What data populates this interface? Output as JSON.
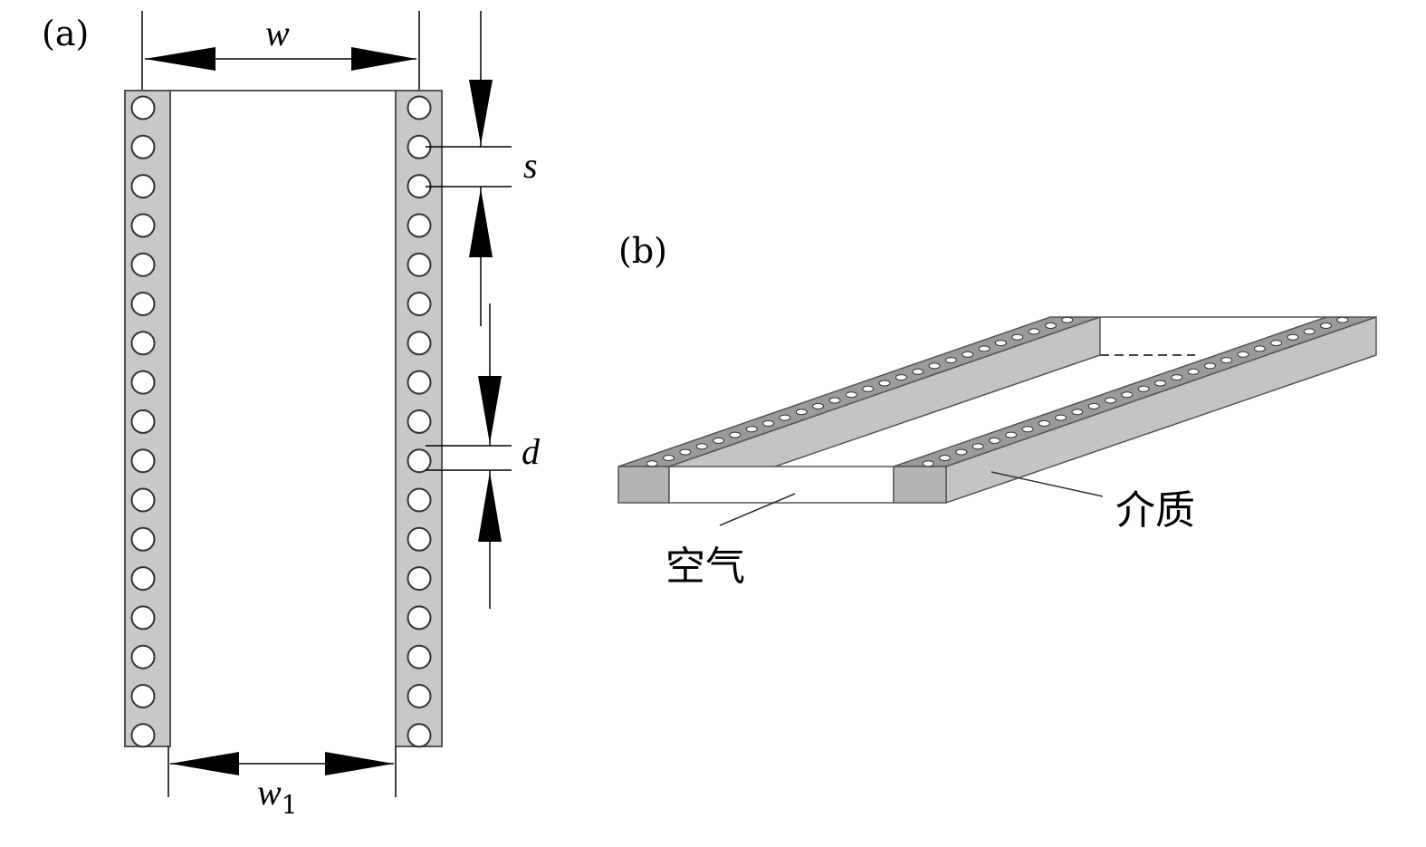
{
  "panel_a": {
    "label": "(a)",
    "dims": {
      "w": "w",
      "w1_base": "w",
      "w1_sub": "1",
      "s": "s",
      "d": "d"
    }
  },
  "panel_b": {
    "label": "(b)",
    "labels": {
      "air": "空气",
      "dielectric": "介质"
    }
  },
  "colors": {
    "substrate": "#c8c8c8",
    "substrate_front": "#b4b4b4",
    "substrate_side": "#d8d8d8",
    "stroke": "#555555",
    "ink": "#000000"
  },
  "via_rows_per_strip": 17
}
